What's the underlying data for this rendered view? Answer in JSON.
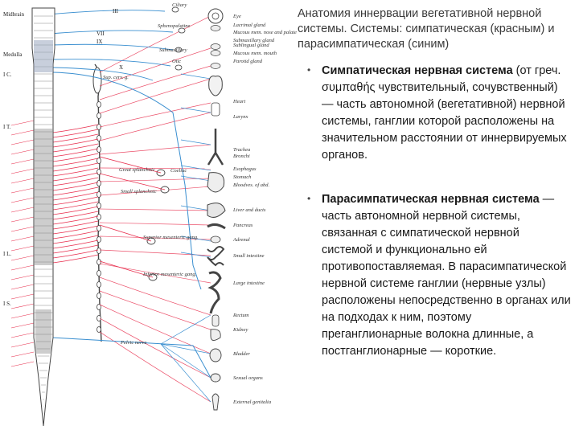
{
  "caption": "Анатомия иннервации вегетативной нервной системы. Системы: симпатическая (красным) и парасимпатическая (синим)",
  "sympathetic": {
    "title": "Симпатическая нервная система",
    "text": " (от греч. συμπαθής чувствительный, сочувственный) — часть автономной (вегетативной) нервной системы, ганглии которой расположены на значительном расстоянии от иннервируемых органов."
  },
  "parasympathetic": {
    "title": "Парасимпатическая нервная система",
    "text": " — часть автономной нервной системы, связанная с симпатической нервной системой и функционально ей противопоставляемая. В парасимпатической нервной системе ганглии (нервные узлы) расположены непосредственно в органах или на подходах к ним, поэтому преганглионарные волокна длинные, а постганглионарные — короткие."
  },
  "colors": {
    "sympathetic": "#e8304f",
    "parasympathetic": "#3a8fd0",
    "outline": "#444444"
  },
  "diagram": {
    "cord_labels": [
      "Midbrain",
      "Medulla",
      "I C.",
      "I T.",
      "I L.",
      "I S."
    ],
    "nerve_labels": [
      "III",
      "VII",
      "IX",
      "X"
    ],
    "ganglion_labels": [
      "Ciliary",
      "Sphenopalatine",
      "Submaxillary",
      "Otic",
      "Sup. cerv. g.",
      "Great splanchnic",
      "Coeliac",
      "Small splanchnic",
      "Superior mesenteric gang.",
      "Inferior mesenteric gang.",
      "Pelvic nerve"
    ],
    "organ_labels": [
      "Eye",
      "Lacrimal gland",
      "Mucous mem. nose and palate",
      "Submaxillary gland",
      "Sublingual gland",
      "Mucous mem. mouth",
      "Parotid gland",
      "Heart",
      "Larynx",
      "Trachea",
      "Bronchi",
      "Esophagus",
      "Stomach",
      "Bloodves. of abd.",
      "Liver and ducts",
      "Pancreas",
      "Adrenal",
      "Small intestine",
      "Large intestine",
      "Rectum",
      "Kidney",
      "Bladder",
      "Sexual organs",
      "External genitalia"
    ]
  }
}
